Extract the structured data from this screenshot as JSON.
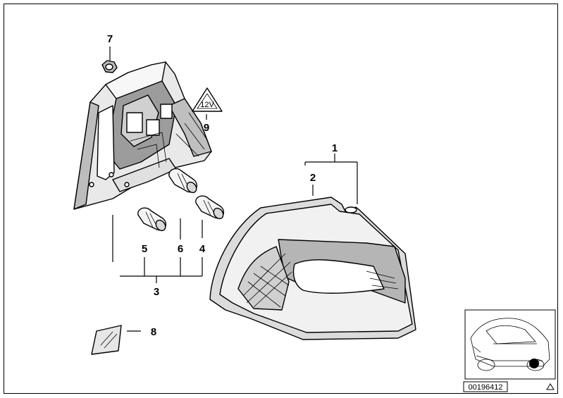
{
  "callouts": {
    "c1": "1",
    "c2": "2",
    "c3": "3",
    "c4": "4",
    "c5": "5",
    "c6": "6",
    "c7": "7",
    "c8": "8",
    "c9": "9"
  },
  "warning_label_text": "12V",
  "reference_code": "00196412",
  "icons": {
    "locator": "car-locator-icon",
    "corner": "triangle-icon"
  },
  "colors": {
    "line": "#000000",
    "fill_light": "#f2f2f2",
    "fill_mid": "#d8d8d8",
    "fill_dark": "#8a8a8a"
  }
}
